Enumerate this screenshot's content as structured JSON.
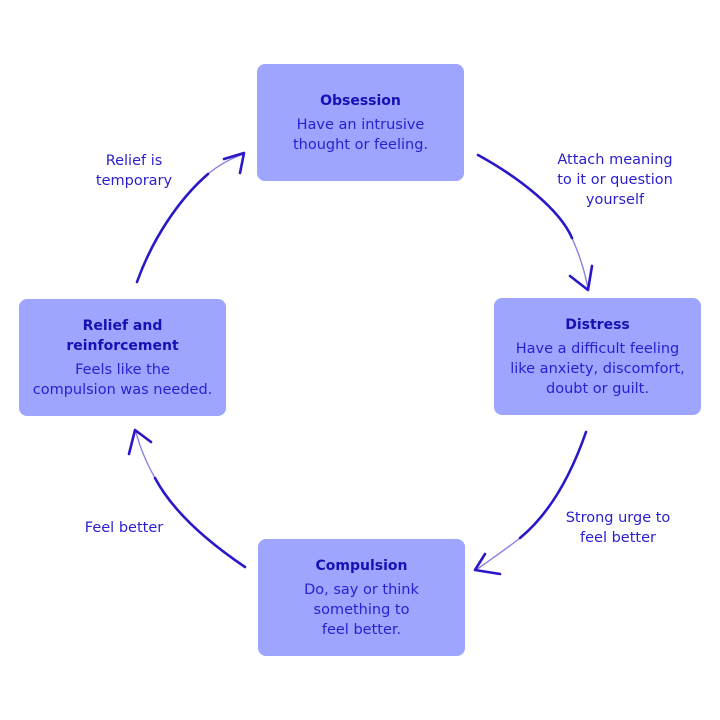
{
  "diagram": {
    "type": "cycle",
    "colors": {
      "box_fill": "#9da5ff",
      "text": "#2a1ed0",
      "title_text": "#1a0fb4",
      "arrow": "#2a18c8",
      "background": "#ffffff"
    },
    "nodes": [
      {
        "id": "obsession",
        "title": "Obsession",
        "body": "Have an intrusive\nthought or feeling."
      },
      {
        "id": "distress",
        "title": "Distress",
        "body": "Have a difficult feeling\nlike anxiety, discomfort,\ndoubt or guilt."
      },
      {
        "id": "compulsion",
        "title": "Compulsion",
        "body": "Do, say or think\nsomething to\nfeel better."
      },
      {
        "id": "relief",
        "title": "Relief and\nreinforcement",
        "body": "Feels like the\ncompulsion was needed."
      }
    ],
    "edges": [
      {
        "from": "obsession",
        "to": "distress",
        "label": "Attach meaning\nto it or question\nyourself"
      },
      {
        "from": "distress",
        "to": "compulsion",
        "label": "Strong urge to\nfeel better"
      },
      {
        "from": "compulsion",
        "to": "relief",
        "label": "Feel better"
      },
      {
        "from": "relief",
        "to": "obsession",
        "label": "Relief is\ntemporary"
      }
    ]
  }
}
